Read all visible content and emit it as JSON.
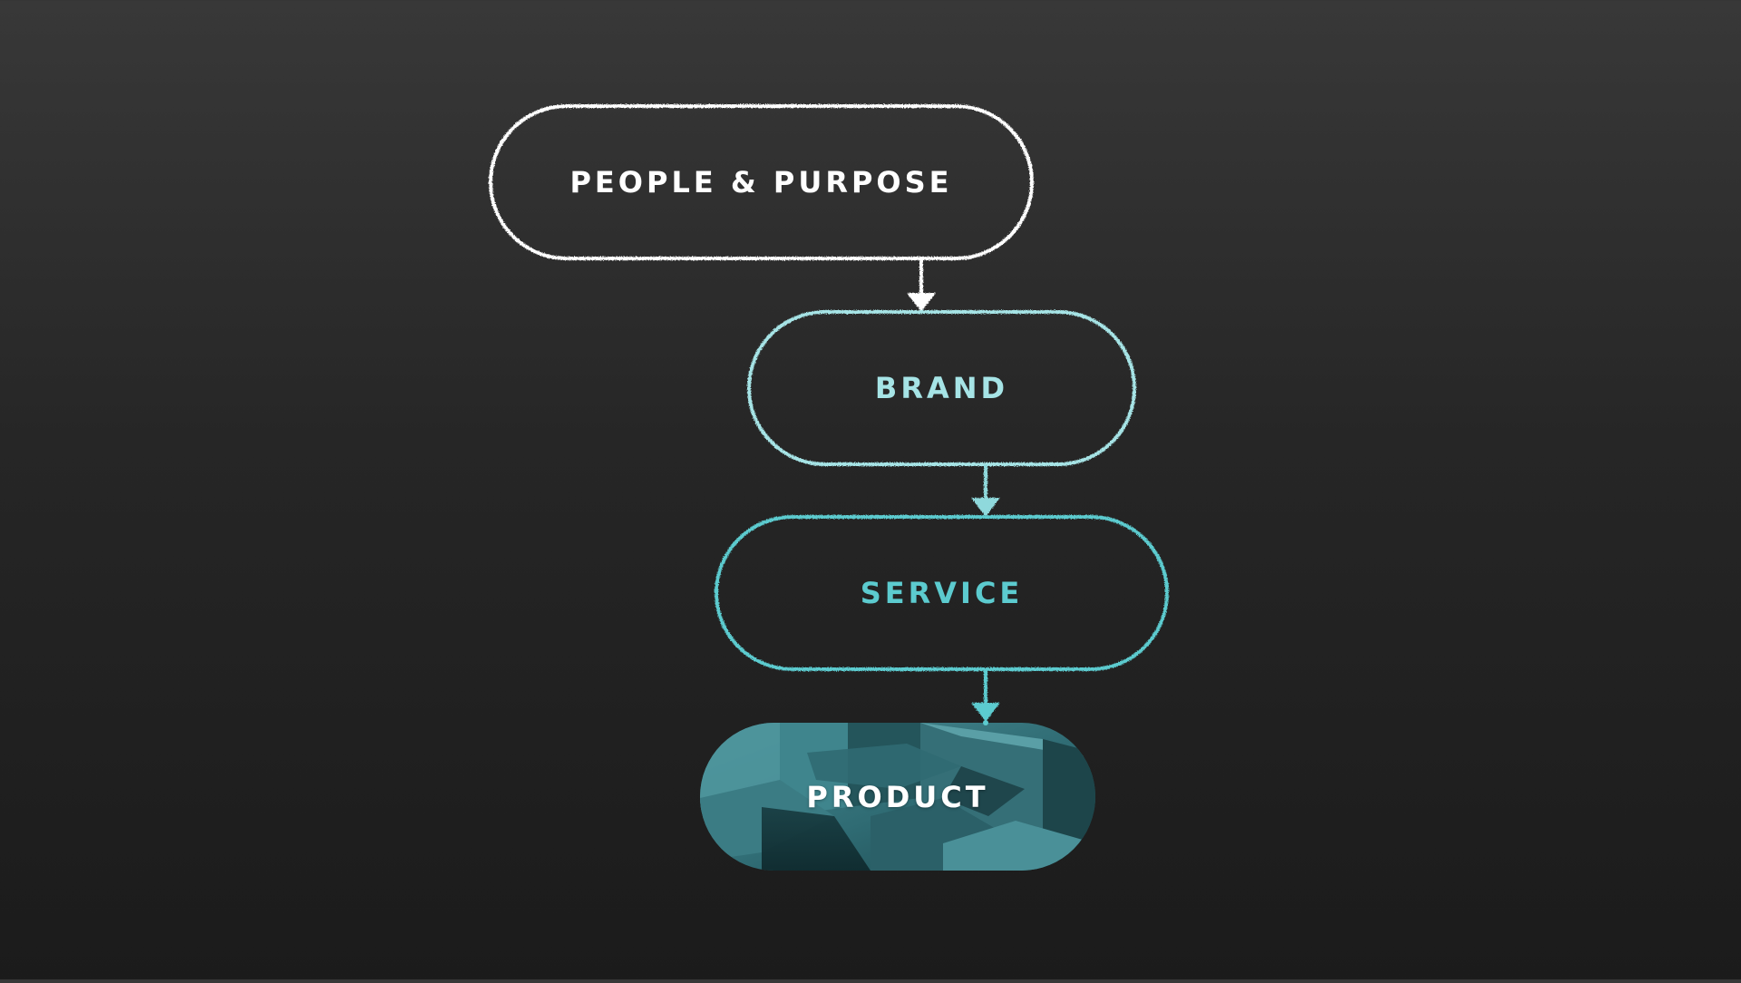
{
  "diagram": {
    "nodes": [
      {
        "id": "people",
        "label": "PEOPLE & PURPOSE",
        "style": "outline",
        "color": "#ffffff"
      },
      {
        "id": "brand",
        "label": "BRAND",
        "style": "outline",
        "color": "#a6e4e6"
      },
      {
        "id": "service",
        "label": "SERVICE",
        "style": "outline",
        "color": "#5ccbcf"
      },
      {
        "id": "product",
        "label": "PRODUCT",
        "style": "filled",
        "color": "#ffffff",
        "fill": "#3a7c84"
      }
    ],
    "edges": [
      {
        "from": "people",
        "to": "brand"
      },
      {
        "from": "brand",
        "to": "service"
      },
      {
        "from": "service",
        "to": "product"
      }
    ]
  },
  "colors": {
    "background_top": "#383838",
    "background_bottom": "#1b1b1b",
    "accent_light": "#a6e4e6",
    "accent": "#5ccbcf",
    "product_fill": "#3a7c84"
  }
}
